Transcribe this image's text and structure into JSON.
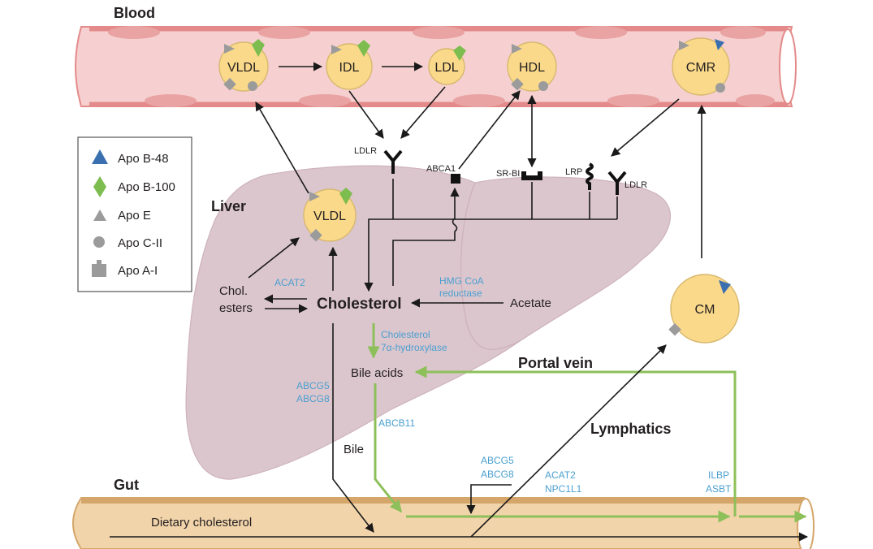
{
  "regions": {
    "blood": "Blood",
    "liver": "Liver",
    "gut": "Gut",
    "portal_vein": "Portal vein",
    "lymphatics": "Lymphatics"
  },
  "lipoproteins": {
    "vldl_blood": "VLDL",
    "idl": "IDL",
    "ldl": "LDL",
    "hdl": "HDL",
    "cmr": "CMR",
    "vldl_liver": "VLDL",
    "cm": "CM"
  },
  "receptors": {
    "ldlr_top": "LDLR",
    "abca1": "ABCA1",
    "sr_bi": "SR-BI",
    "lrp": "LRP",
    "ldlr_right": "LDLR"
  },
  "metabolites": {
    "cholesterol": "Cholesterol",
    "chol_esters_1": "Chol.",
    "chol_esters_2": "esters",
    "acetate": "Acetate",
    "bile_acids": "Bile acids",
    "bile": "Bile",
    "dietary_cholesterol": "Dietary cholesterol"
  },
  "enzymes": {
    "acat2_liver": "ACAT2",
    "hmg_1": "HMG CoA",
    "hmg_2": "reductase",
    "cyp_1": "Cholesterol",
    "cyp_2": "7α-hydroxylase",
    "abcg5_liver": "ABCG5",
    "abcg8_liver": "ABCG8",
    "abcb11": "ABCB11",
    "abcg5_gut": "ABCG5",
    "abcg8_gut": "ABCG8",
    "acat2_gut": "ACAT2",
    "npc1l1": "NPC1L1",
    "ilbp": "ILBP",
    "asbt": "ASBT"
  },
  "legend": [
    {
      "label": "Apo B-48",
      "icon": "triangle-icon",
      "color": "#3a6fb0"
    },
    {
      "label": "Apo B-100",
      "icon": "diamond-icon",
      "color": "#7dbd4f"
    },
    {
      "label": "Apo E",
      "icon": "triangle-icon",
      "color": "#9b9b9b"
    },
    {
      "label": "Apo C-II",
      "icon": "circle-icon",
      "color": "#9b9b9b"
    },
    {
      "label": "Apo A-I",
      "icon": "square-icon",
      "color": "#9b9b9b"
    }
  ],
  "colors": {
    "blood_vessel": "#f4c9c9",
    "blood_wall": "#e07b7b",
    "liver": "#dcc4cc",
    "gut": "#f0d2a6",
    "lipoprotein": "#fbd98a",
    "enzyme_text": "#4a9fd0",
    "bile_path": "#8dc05a"
  }
}
